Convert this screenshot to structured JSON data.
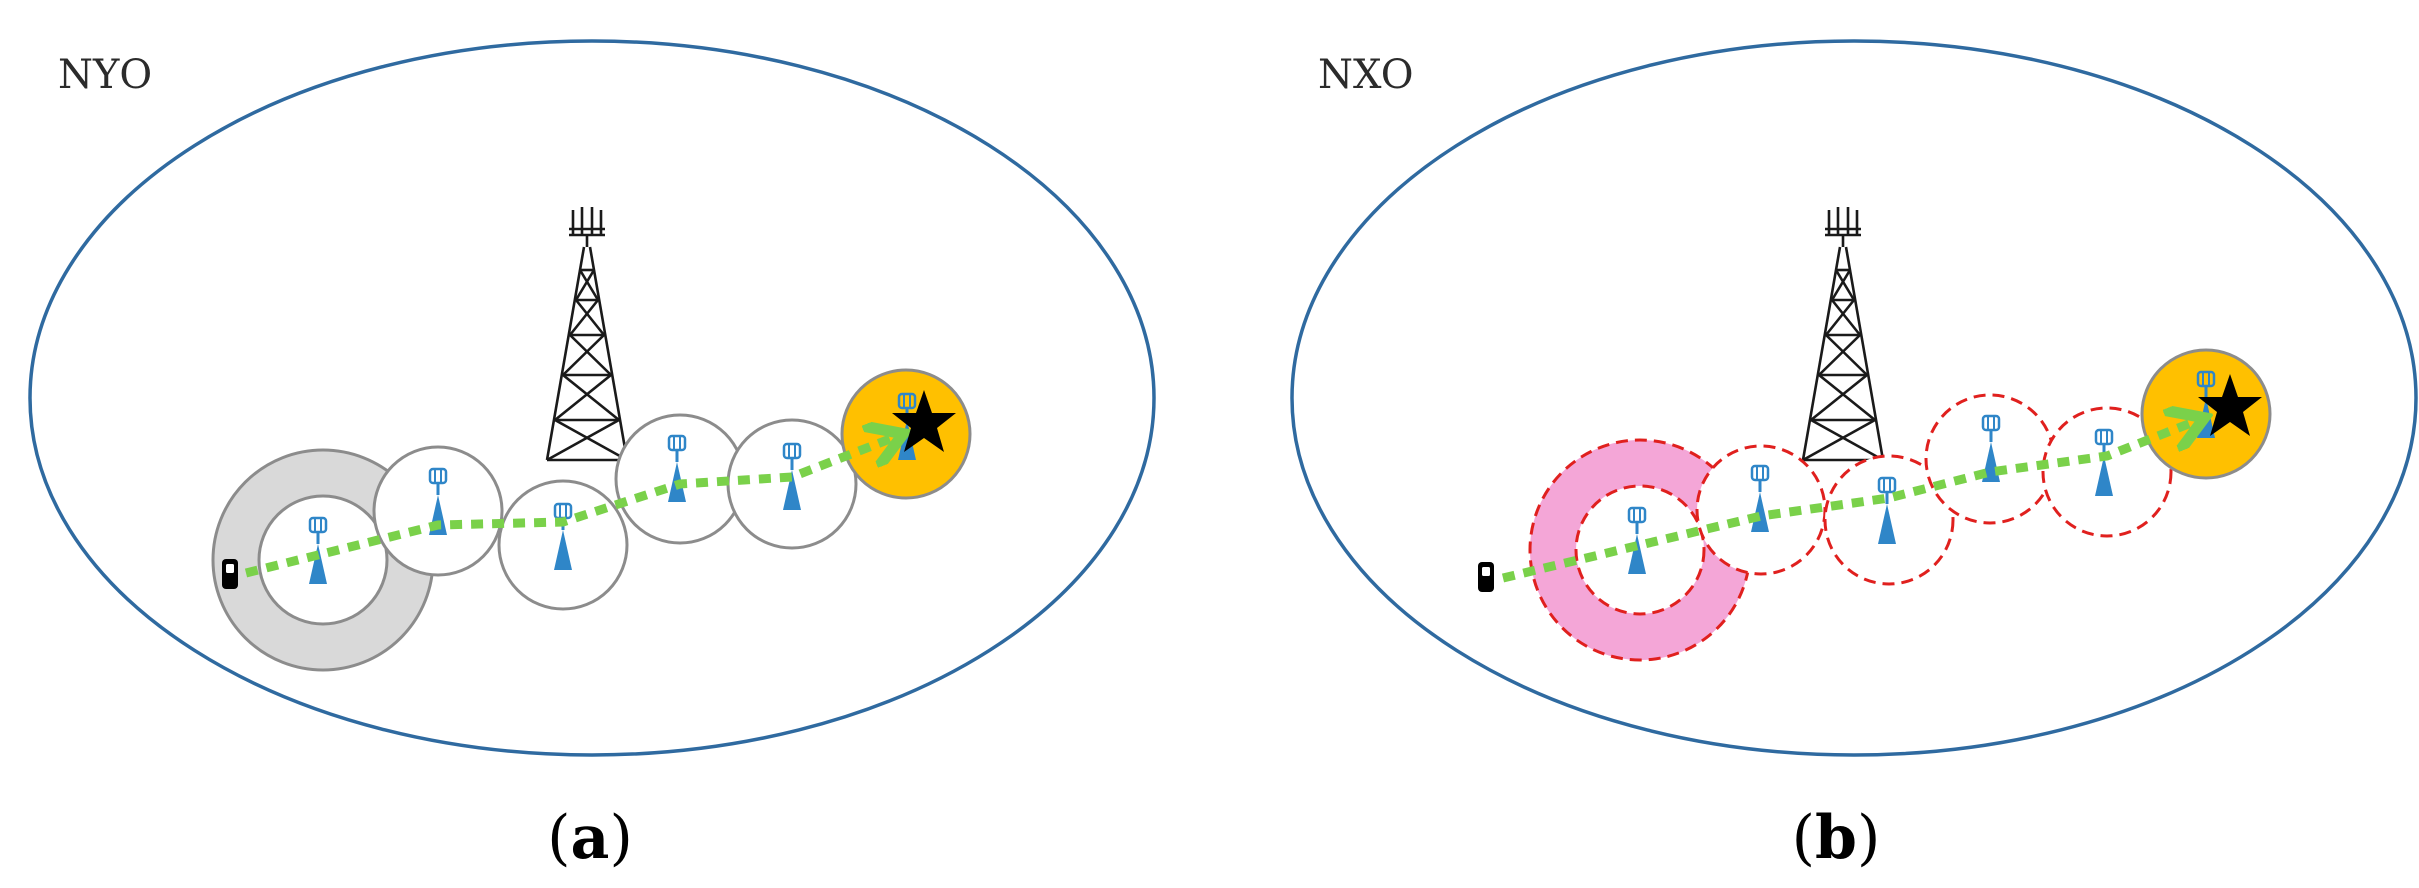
{
  "panels": [
    {
      "id": "a",
      "title": "NYO",
      "caption_open": "(",
      "caption_letter": "a",
      "caption_close": ")",
      "cell_style": "solid-gray",
      "source_ring_color": "#d9d9d9"
    },
    {
      "id": "b",
      "title": "NXO",
      "caption_open": "(",
      "caption_letter": "b",
      "caption_close": ")",
      "cell_style": "dashed-red",
      "source_ring_color": "#f4a6d7"
    }
  ],
  "colors": {
    "network_boundary": "#2f6aa0",
    "path": "#7ad14a",
    "small_cell_icon": "#2f86c8",
    "solid_cell_border": "#8c8c8c",
    "dashed_cell_border": "#e0201e",
    "destination_fill": "#ffc000",
    "destination_border": "#8c8c8c",
    "tower": "#1a1a1a"
  },
  "icons": {
    "macro_tower": "macro-tower-icon",
    "small_cell": "small-cell-antenna-icon",
    "user_device": "phone-icon",
    "destination": "star-icon"
  }
}
